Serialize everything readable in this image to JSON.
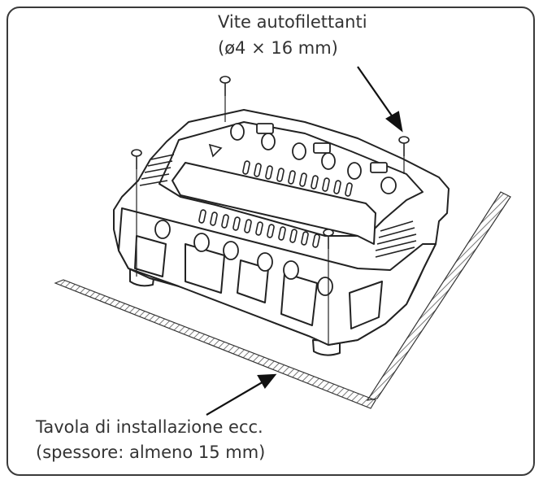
{
  "labels": {
    "screws": [
      "Vite autofilettanti",
      "(ø4 × 16 mm)"
    ],
    "board": [
      "Tavola di installazione ecc.",
      "(spessore: almeno 15 mm)"
    ]
  },
  "colors": {
    "line": "#222222",
    "text": "#333333",
    "hatch": "#555555",
    "frame": "#3a3a3a"
  }
}
